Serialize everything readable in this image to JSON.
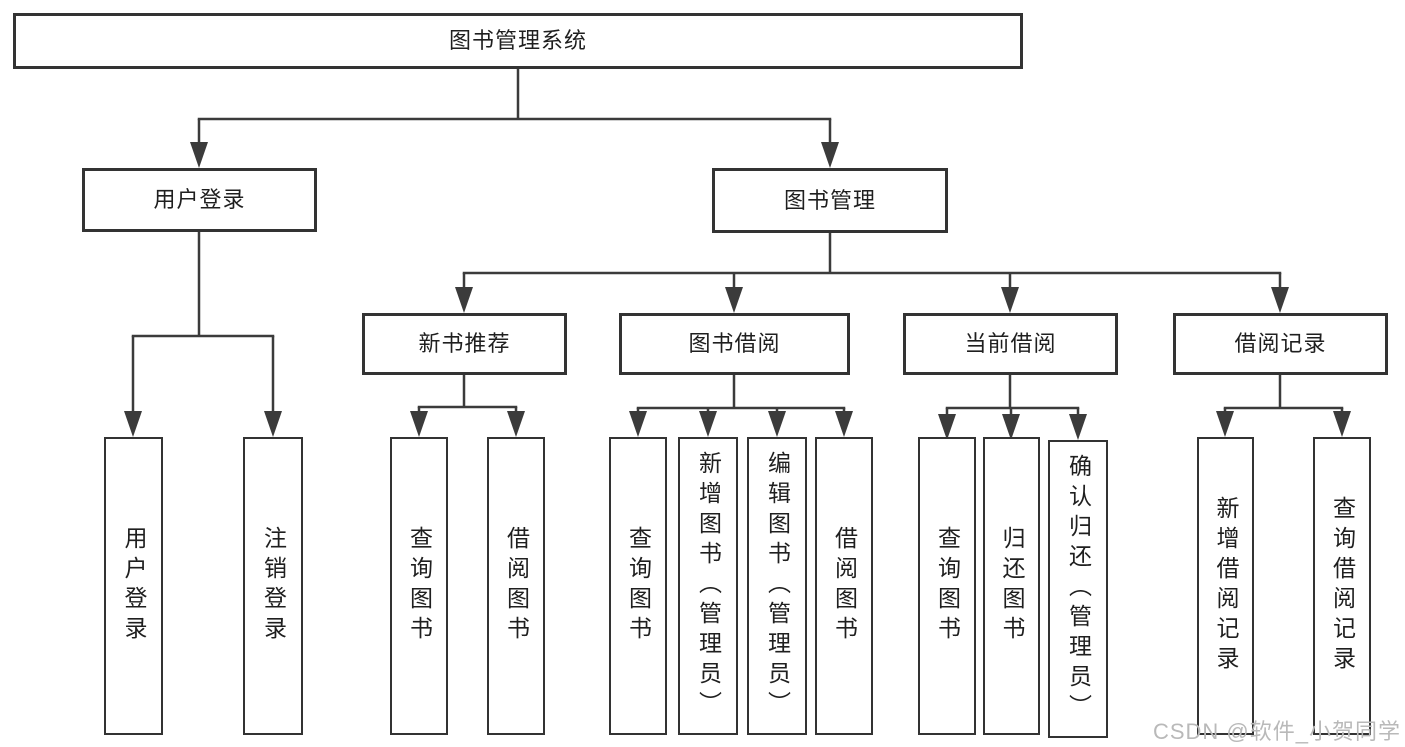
{
  "colors": {
    "line": "#3b3b3b",
    "box_border": "#333333",
    "box_fill": "#ffffff",
    "text": "#1f1f1f",
    "watermark": "#b9b9b9"
  },
  "watermark": {
    "text": "CSDN @软件_小贺同学"
  },
  "tree": {
    "root": {
      "label": "图书管理系统"
    },
    "level2": [
      {
        "label": "用户登录",
        "children": [
          {
            "label": "用户登录"
          },
          {
            "label": "注销登录"
          }
        ]
      },
      {
        "label": "图书管理",
        "children": [
          {
            "label": "新书推荐",
            "children": [
              {
                "label": "查询图书"
              },
              {
                "label": "借阅图书"
              }
            ]
          },
          {
            "label": "图书借阅",
            "children": [
              {
                "label": "查询图书"
              },
              {
                "label": "新增图书（管理员）"
              },
              {
                "label": "编辑图书（管理员）"
              },
              {
                "label": "借阅图书"
              }
            ]
          },
          {
            "label": "当前借阅",
            "children": [
              {
                "label": "查询图书"
              },
              {
                "label": "归还图书"
              },
              {
                "label": "确认归还（管理员）"
              }
            ]
          },
          {
            "label": "借阅记录",
            "children": [
              {
                "label": "新增借阅记录"
              },
              {
                "label": "查询借阅记录"
              }
            ]
          }
        ]
      }
    ]
  }
}
